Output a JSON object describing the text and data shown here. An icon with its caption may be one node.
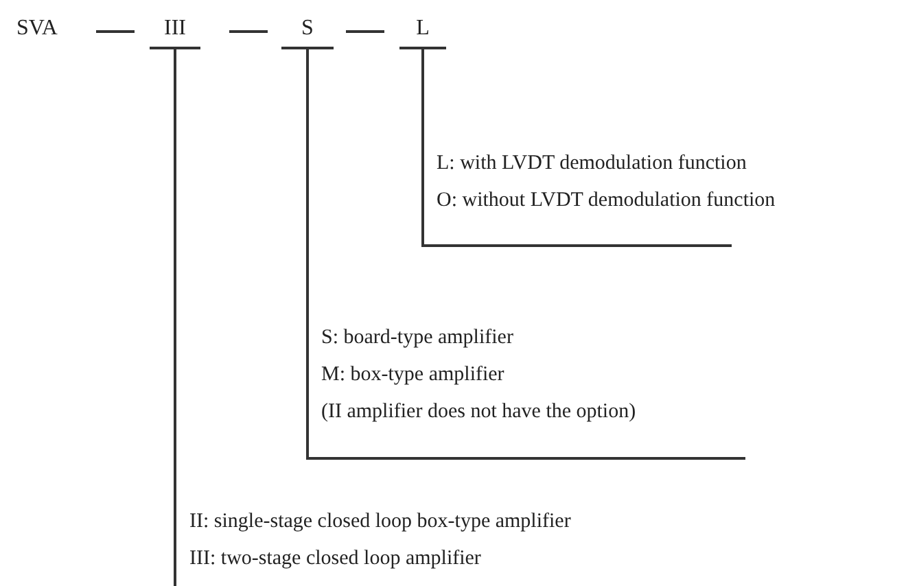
{
  "diagram": {
    "nodes": [
      {
        "text": [
          "III"
        ]
      },
      {
        "text": [
          "S"
        ]
      },
      {
        "text": [
          "L"
        ]
      },
      {
        "text": [
          "L: with LVDT demodulation function",
          "O: without LVDT demodulation function"
        ]
      },
      {
        "text": [
          "S: board-type amplifier",
          "M: box-type amplifier",
          "(II amplifier does not have the option)"
        ]
      },
      {
        "text": [
          "II: single-stage closed loop box-type amplifier",
          "III: two-stage closed loop amplifier"
        ]
      }
    ],
    "edges": [
      {
        "from": 2,
        "to": 3,
        "arrow": "none"
      },
      {
        "from": 1,
        "to": 4,
        "arrow": "none"
      },
      {
        "from": 0,
        "to": 5,
        "arrow": "none"
      }
    ],
    "labels": [
      "SVA"
    ]
  }
}
